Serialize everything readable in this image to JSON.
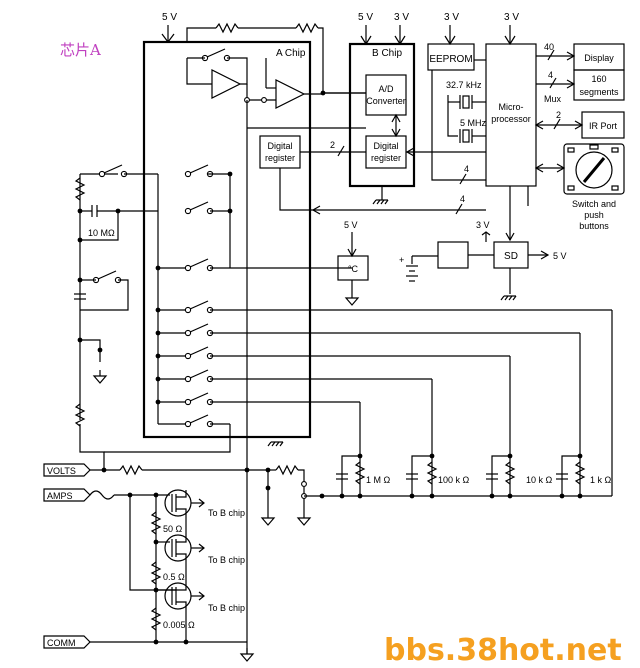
{
  "title_cn": "芯片A",
  "watermark": "bbs.38hot.net",
  "blocks": {
    "a_chip": "A Chip",
    "b_chip": "B Chip",
    "ad_line1": "A/D",
    "ad_line2": "Converter",
    "digreg_line1": "Digital",
    "digreg_line2": "register",
    "eeprom": "EEPROM",
    "micro_line1": "Micro-",
    "micro_line2": "processor",
    "display_line1": "Display",
    "display_line2": "160",
    "display_line3": "segments",
    "ir_port": "IR Port",
    "temp": "°C",
    "sd": "SD",
    "switch_line1": "Switch and",
    "switch_line2": "push",
    "switch_line3": "buttons"
  },
  "supply": {
    "v5": "5 V",
    "v3": "3 V",
    "out5": "5 V"
  },
  "clocks": {
    "khz": "32.7 kHz",
    "mhz": "5 MHz"
  },
  "bus": {
    "n2": "2",
    "n4": "4",
    "n40": "40",
    "mux": "Mux"
  },
  "terminals": {
    "volts": "VOLTS",
    "amps": "AMPS",
    "comm": "COMM"
  },
  "resistors": {
    "r10m": "10 MΩ",
    "r1m": "1 M Ω",
    "r100k": "100 k Ω",
    "r10k": "10 k Ω",
    "r1k": "1 k Ω",
    "r50": "50 Ω",
    "r05": "0.5 Ω",
    "r0005": "0.005 Ω"
  },
  "to_b_chip": "To B chip"
}
